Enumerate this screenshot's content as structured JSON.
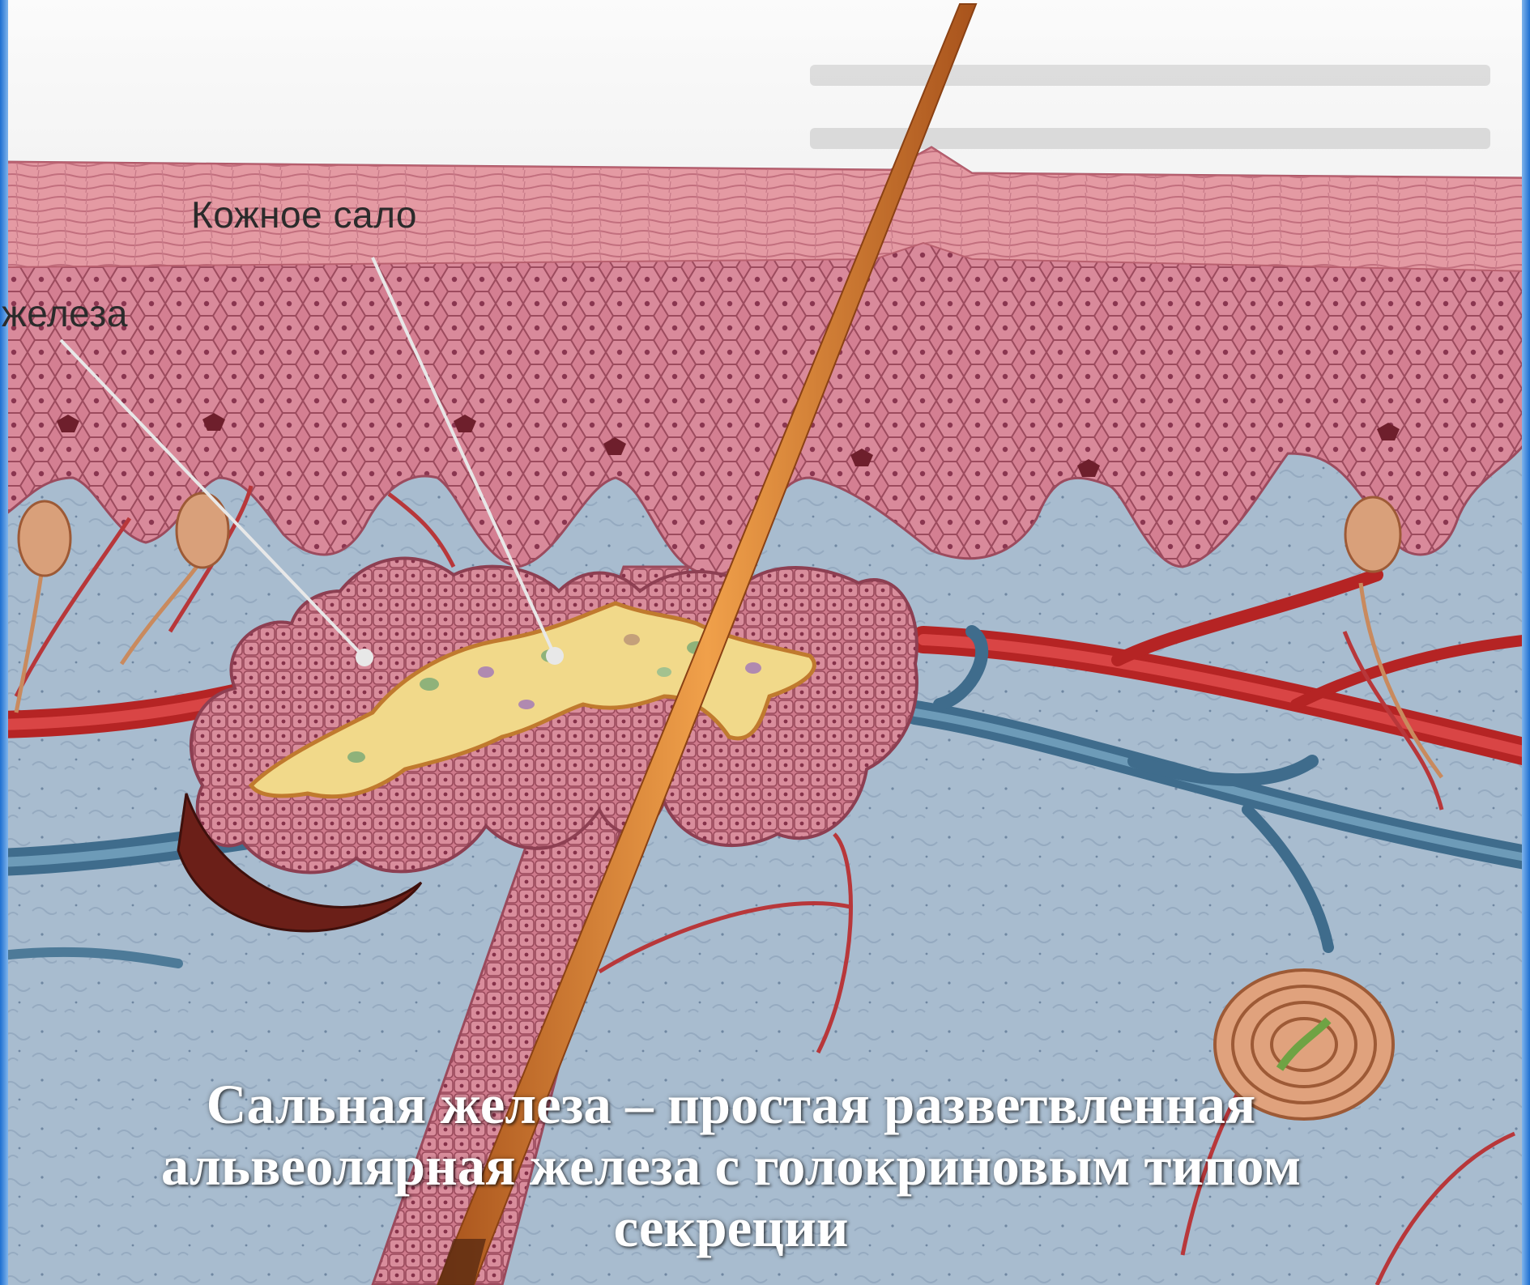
{
  "labels": {
    "sebum": "Кожное сало",
    "gland": "железа"
  },
  "caption": {
    "line1": "Сальная железа – простая разветвленная",
    "line2": "альвеолярная железа с голокриновым типом",
    "line3": "секреции"
  },
  "colors": {
    "epidermis": "#d98a97",
    "cell_line": "#9c4b5e",
    "dermis": "#a9bdd0",
    "hair_shaft": "#d4813a",
    "sebum": "#f1d98a",
    "artery": "#c82c2c",
    "vein": "#4d7a98",
    "nerve": "#c98a5e",
    "frame": "#1e6fd0"
  }
}
